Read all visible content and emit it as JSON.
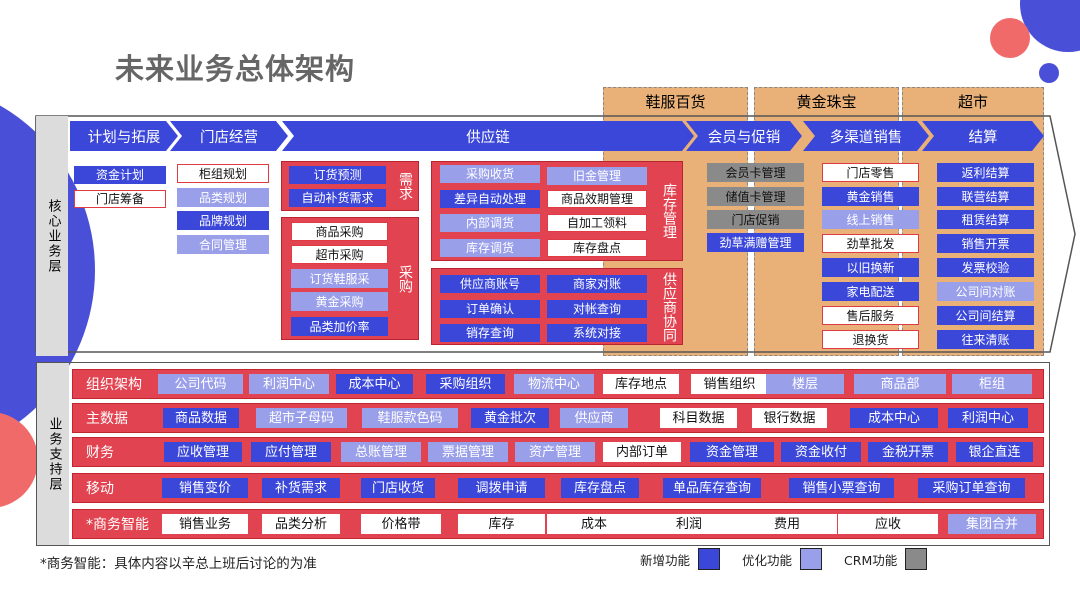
{
  "title": "未来业务总体架构",
  "channels": [
    "鞋服百货",
    "黄金珠宝",
    "超市"
  ],
  "sections": {
    "core": "核心业务层",
    "support": "业务支持层"
  },
  "chevrons": [
    "计划与拓展",
    "门店经营",
    "供应链",
    "会员与促销",
    "多渠道销售",
    "结算"
  ],
  "plan_items": [
    {
      "label": "资金计划",
      "kind": "new"
    },
    {
      "label": "门店筹备",
      "kind": "white"
    }
  ],
  "store_items": [
    {
      "label": "柜组规划",
      "kind": "white"
    },
    {
      "label": "品类规划",
      "kind": "opt"
    },
    {
      "label": "品牌规划",
      "kind": "new"
    },
    {
      "label": "合同管理",
      "kind": "opt"
    }
  ],
  "demand": {
    "label": "需求",
    "items": [
      {
        "label": "订货预测",
        "kind": "new"
      },
      {
        "label": "自动补货需求",
        "kind": "new"
      }
    ]
  },
  "purchase": {
    "label": "采购",
    "items": [
      {
        "label": "商品采购",
        "kind": "white"
      },
      {
        "label": "超市采购",
        "kind": "white"
      },
      {
        "label": "订货鞋服采",
        "kind": "opt"
      },
      {
        "label": "黄金采购",
        "kind": "opt"
      },
      {
        "label": "品类加价率",
        "kind": "new"
      }
    ]
  },
  "inventory": {
    "label": "库存管理",
    "items": [
      {
        "label": "采购收货",
        "kind": "opt"
      },
      {
        "label": "旧金管理",
        "kind": "opt"
      },
      {
        "label": "差异自动处理",
        "kind": "new"
      },
      {
        "label": "商品效期管理",
        "kind": "white"
      },
      {
        "label": "内部调货",
        "kind": "opt"
      },
      {
        "label": "自加工领料",
        "kind": "white"
      },
      {
        "label": "库存调货",
        "kind": "opt"
      },
      {
        "label": "库存盘点",
        "kind": "white"
      }
    ]
  },
  "supplier": {
    "label": "供应商协同",
    "items": [
      {
        "label": "供应商账号",
        "kind": "new"
      },
      {
        "label": "商家对账",
        "kind": "new"
      },
      {
        "label": "订单确认",
        "kind": "new"
      },
      {
        "label": "对帐查询",
        "kind": "new"
      },
      {
        "label": "销存查询",
        "kind": "new"
      },
      {
        "label": "系统对接",
        "kind": "new"
      }
    ]
  },
  "member_items": [
    {
      "label": "会员卡管理",
      "kind": "crm"
    },
    {
      "label": "储值卡管理",
      "kind": "crm"
    },
    {
      "label": "门店促销",
      "kind": "crm"
    },
    {
      "label": "劲草满赠管理",
      "kind": "new"
    }
  ],
  "sales_items": [
    {
      "label": "门店零售",
      "kind": "white"
    },
    {
      "label": "黄金销售",
      "kind": "new"
    },
    {
      "label": "线上销售",
      "kind": "opt"
    },
    {
      "label": "劲草批发",
      "kind": "white"
    },
    {
      "label": "以旧换新",
      "kind": "new"
    },
    {
      "label": "家电配送",
      "kind": "new"
    },
    {
      "label": "售后服务",
      "kind": "white"
    },
    {
      "label": "退换货",
      "kind": "white"
    }
  ],
  "settle_items": [
    {
      "label": "返利结算",
      "kind": "new"
    },
    {
      "label": "联营结算",
      "kind": "new"
    },
    {
      "label": "租赁结算",
      "kind": "new"
    },
    {
      "label": "销售开票",
      "kind": "new"
    },
    {
      "label": "发票校验",
      "kind": "new"
    },
    {
      "label": "公司间对账",
      "kind": "opt"
    },
    {
      "label": "公司间结算",
      "kind": "new"
    },
    {
      "label": "往来清账",
      "kind": "new"
    }
  ],
  "support_rows": [
    {
      "title": "组织架构",
      "items": [
        {
          "label": "公司代码",
          "kind": "opt"
        },
        {
          "label": "利润中心",
          "kind": "opt"
        },
        {
          "label": "成本中心",
          "kind": "new"
        },
        {
          "label": "采购组织",
          "kind": "new"
        },
        {
          "label": "物流中心",
          "kind": "opt"
        },
        {
          "label": "库存地点",
          "kind": "white"
        },
        {
          "label": "销售组织",
          "kind": "white"
        },
        {
          "label": "楼层",
          "kind": "opt"
        },
        {
          "label": "商品部",
          "kind": "opt"
        },
        {
          "label": "柜组",
          "kind": "opt"
        }
      ]
    },
    {
      "title": "主数据",
      "items": [
        {
          "label": "商品数据",
          "kind": "new"
        },
        {
          "label": "超市子母码",
          "kind": "opt"
        },
        {
          "label": "鞋服款色码",
          "kind": "opt"
        },
        {
          "label": "黄金批次",
          "kind": "new"
        },
        {
          "label": "供应商",
          "kind": "opt"
        },
        {
          "label": "科目数据",
          "kind": "white"
        },
        {
          "label": "银行数据",
          "kind": "white"
        },
        {
          "label": "成本中心",
          "kind": "new"
        },
        {
          "label": "利润中心",
          "kind": "new"
        }
      ]
    },
    {
      "title": "财务",
      "items": [
        {
          "label": "应收管理",
          "kind": "new"
        },
        {
          "label": "应付管理",
          "kind": "new"
        },
        {
          "label": "总账管理",
          "kind": "opt"
        },
        {
          "label": "票据管理",
          "kind": "opt"
        },
        {
          "label": "资产管理",
          "kind": "opt"
        },
        {
          "label": "内部订单",
          "kind": "white"
        },
        {
          "label": "资金管理",
          "kind": "new"
        },
        {
          "label": "资金收付",
          "kind": "new"
        },
        {
          "label": "金税开票",
          "kind": "new"
        },
        {
          "label": "银企直连",
          "kind": "new"
        }
      ]
    },
    {
      "title": "移动",
      "items": [
        {
          "label": "销售变价",
          "kind": "new"
        },
        {
          "label": "补货需求",
          "kind": "new"
        },
        {
          "label": "门店收货",
          "kind": "new"
        },
        {
          "label": "调拨申请",
          "kind": "new"
        },
        {
          "label": "库存盘点",
          "kind": "new"
        },
        {
          "label": "单品库存查询",
          "kind": "new"
        },
        {
          "label": "销售小票查询",
          "kind": "new"
        },
        {
          "label": "采购订单查询",
          "kind": "new"
        }
      ]
    },
    {
      "title": "*商务智能",
      "items": [
        {
          "label": "销售业务",
          "kind": "white"
        },
        {
          "label": "品类分析",
          "kind": "white"
        },
        {
          "label": "价格带",
          "kind": "white"
        },
        {
          "label": "库存",
          "kind": "white"
        },
        {
          "label": "成本",
          "kind": "white"
        },
        {
          "label": "利润",
          "kind": "white"
        },
        {
          "label": "费用",
          "kind": "white"
        },
        {
          "label": "应收",
          "kind": "white"
        },
        {
          "label": "集团合并",
          "kind": "opt"
        }
      ]
    }
  ],
  "footnote": "*商务智能：具体内容以辛总上班后讨论的为准",
  "legend": [
    {
      "label": "新增功能",
      "color": "#3b47d9"
    },
    {
      "label": "优化功能",
      "color": "#9a9fea"
    },
    {
      "label": "CRM功能",
      "color": "#8a8a8a"
    }
  ]
}
